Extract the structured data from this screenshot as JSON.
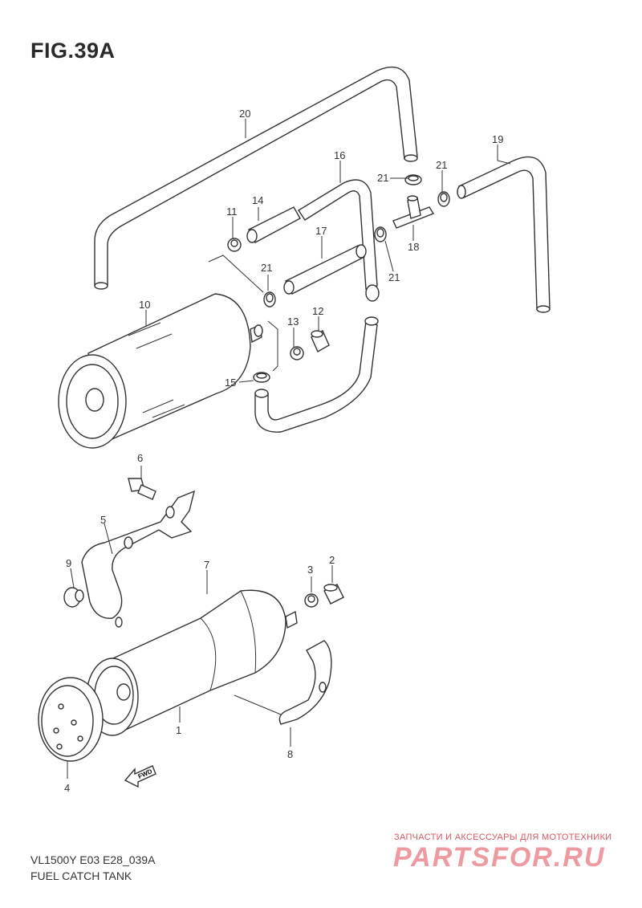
{
  "figure": {
    "title": "FIG.39A"
  },
  "callouts": {
    "n1": "1",
    "n2": "2",
    "n3": "3",
    "n4": "4",
    "n5": "5",
    "n6": "6",
    "n7": "7",
    "n8": "8",
    "n9": "9",
    "n10": "10",
    "n11": "11",
    "n12": "12",
    "n13": "13",
    "n14": "14",
    "n15": "15",
    "n16": "16",
    "n17": "17",
    "n18": "18",
    "n19": "19",
    "n20": "20",
    "n21a": "21",
    "n21b": "21",
    "n21c": "21",
    "n21d": "21"
  },
  "fwd_label": "FWD",
  "footer": {
    "model_code": "VL1500Y E03 E28_039A",
    "section_name": "FUEL CATCH TANK"
  },
  "watermark": {
    "tagline": "ЗАПЧАСТИ И АКСЕССУАРЫ ДЛЯ МОТОТЕХНИКИ",
    "brand": "PARTSFOR.RU"
  }
}
